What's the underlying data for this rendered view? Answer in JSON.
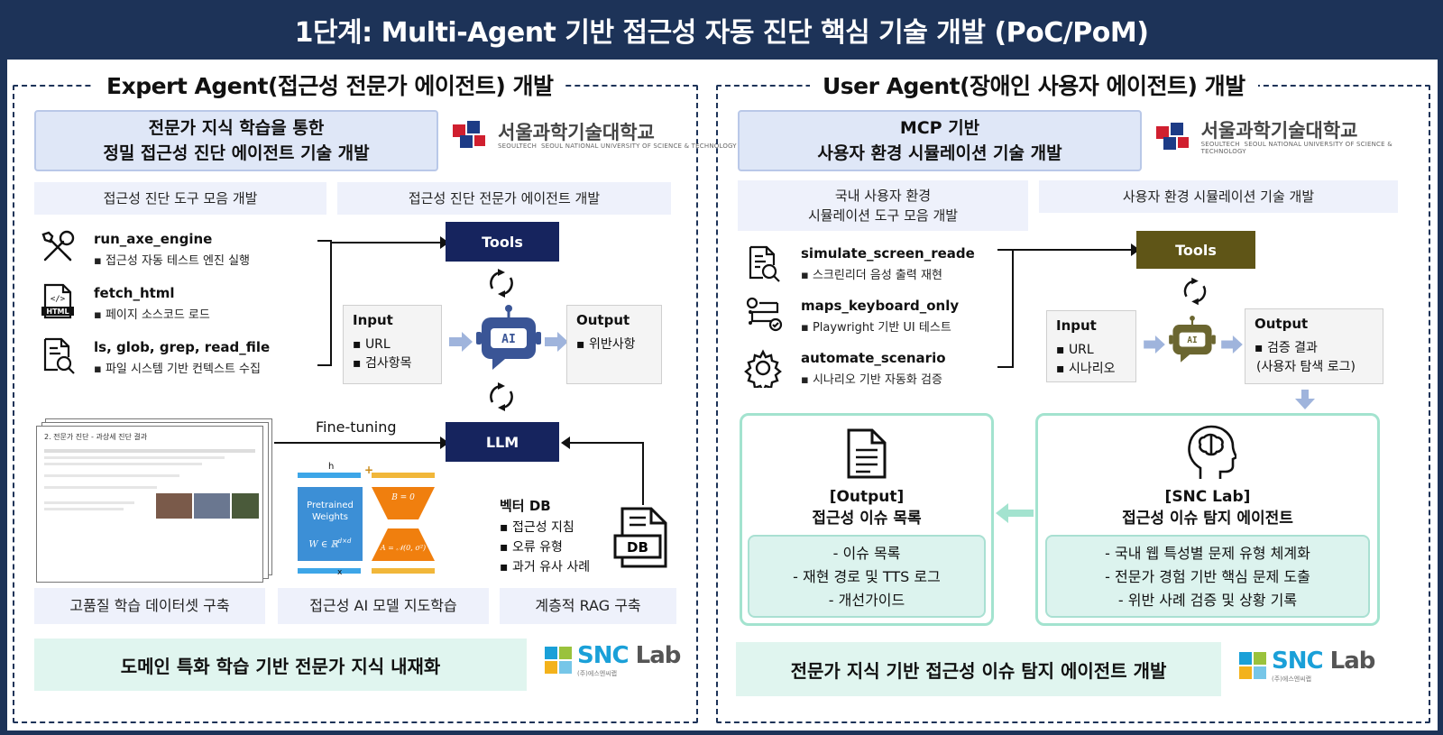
{
  "title": "1단계: Multi-Agent 기반 접근성 자동 진단 핵심 기술 개발 (PoC/PoM)",
  "colors": {
    "navy": "#1d3358",
    "tools_left": "#16245e",
    "tools_right": "#5f5517",
    "mint": "#a3e3cf",
    "light_blue": "#dfe7f7"
  },
  "university": {
    "name": "서울과학기술대학교",
    "short": "SEOULTECH",
    "full": "SEOUL NATIONAL UNIVERSITY OF SCIENCE & TECHNOLOGY"
  },
  "snc": {
    "name_a": "SNC",
    "name_b": " Lab",
    "sub": "(주)에스엔씨랩"
  },
  "left": {
    "panel_title": "Expert Agent(접근성 전문가 에이전트) 개발",
    "header_line1": "전문가 지식 학습을 통한",
    "header_line2": "정밀 접근성 진단 에이전트 기술 개발",
    "label_tools": "접근성 진단 도구 모음 개발",
    "label_agent": "접근성 진단 전문가 에이전트 개발",
    "tools": [
      {
        "name": "run_axe_engine",
        "desc": "▪ 접근성 자동 테스트 엔진 실행",
        "icon": "tools-icon"
      },
      {
        "name": "fetch_html",
        "desc": "▪ 페이지 소스코드 로드",
        "icon": "html-file-icon"
      },
      {
        "name": "ls, glob, grep, read_file",
        "desc": "▪ 파일 시스템 기반 컨텍스트 수집",
        "icon": "file-search-icon"
      }
    ],
    "tools_box": "Tools",
    "llm_box": "LLM",
    "ai_label": "AI",
    "input": {
      "title": "Input",
      "items": [
        "▪ URL",
        "▪ 검사항목"
      ]
    },
    "output": {
      "title": "Output",
      "items": [
        "▪ 위반사항"
      ]
    },
    "finetune_label": "Fine-tuning",
    "doc_title": "2. 전문가 진단 - 과상세 진단 결과",
    "lora": {
      "h": "h",
      "x": "x",
      "pretrained_line1": "Pretrained",
      "pretrained_line2": "Weights",
      "w_formula": "W ∈ ℝ",
      "w_sup": "d×d",
      "b_formula": "B = 0",
      "a_formula": "A = 𝒩(0, σ²)"
    },
    "vector_db": {
      "title": "벡터 DB",
      "items": [
        "▪ 접근성 지침",
        "▪ 오류 유형",
        "▪ 과거 유사 사례"
      ],
      "db_label": "DB"
    },
    "bottom_labels": [
      "고품질 학습 데이터셋 구축",
      "접근성 AI 모델 지도학습",
      "계층적 RAG 구축"
    ],
    "footer": "도메인 특화 학습 기반 전문가 지식 내재화"
  },
  "right": {
    "panel_title": "User Agent(장애인 사용자 에이전트) 개발",
    "header_line1": "MCP 기반",
    "header_line2": "사용자 환경 시뮬레이션 기술 개발",
    "label_tools_line1": "국내 사용자 환경",
    "label_tools_line2": "시뮬레이션 도구 모음 개발",
    "label_agent": "사용자 환경 시뮬레이션 기술 개발",
    "tools": [
      {
        "name": "simulate_screen_reade",
        "desc": "▪ 스크린리더 음성 출력 재현",
        "icon": "screen-reader-icon"
      },
      {
        "name": "maps_keyboard_only",
        "desc": "▪ Playwright 기반 UI 테스트",
        "icon": "keyboard-flow-icon"
      },
      {
        "name": "automate_scenario",
        "desc": "▪ 시나리오 기반 자동화 검증",
        "icon": "gear-icon"
      }
    ],
    "tools_box": "Tools",
    "ai_label": "AI",
    "input": {
      "title": "Input",
      "items": [
        "▪ URL",
        "▪ 시나리오"
      ]
    },
    "output": {
      "title": "Output",
      "items": [
        "▪ 검증 결과",
        "(사용자 탐색 로그)"
      ]
    },
    "output_card": {
      "title1": "[Output]",
      "title2": "접근성 이슈 목록",
      "items": [
        "-  이슈 목록",
        "-  재현 경로 및 TTS 로그",
        "-  개선가이드"
      ]
    },
    "snc_card": {
      "title1": "[SNC Lab]",
      "title2": "접근성 이슈 탐지 에이전트",
      "items": [
        "- 국내 웹 특성별 문제 유형 체계화",
        "- 전문가 경험 기반 핵심 문제 도출",
        "- 위반 사례 검증 및 상황 기록"
      ]
    },
    "footer": "전문가 지식 기반 접근성 이슈 탐지 에이전트 개발"
  }
}
